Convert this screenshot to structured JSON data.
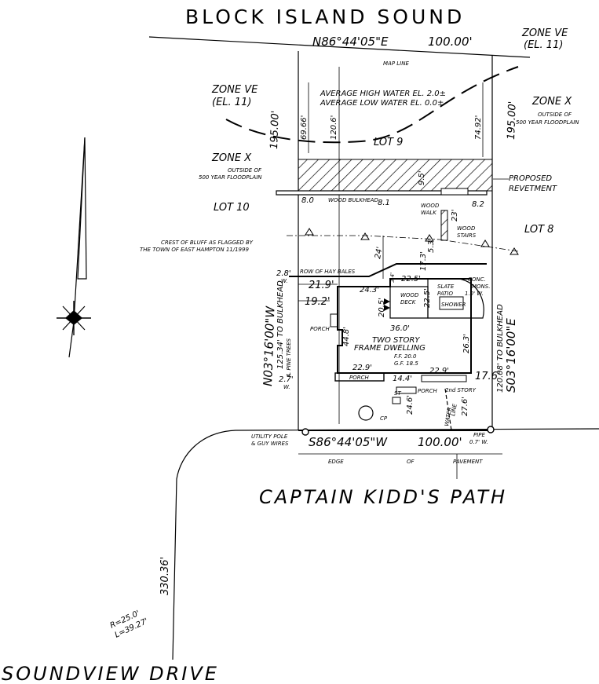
{
  "title": "BLOCK ISLAND SOUND",
  "roads": {
    "captain_kidds_path": "CAPTAIN KIDD'S PATH",
    "soundview_drive": "SOUNDVIEW DRIVE",
    "edge": "EDGE",
    "of": "OF",
    "pavement": "PAVEMENT"
  },
  "boundary": {
    "north_bearing": "N86°44'05\"E",
    "north_distance": "100.00'",
    "south_bearing": "S86°44'05\"W",
    "south_distance": "100.00'",
    "west_bearing": "N03°16'00\"W",
    "east_bearing": "S03°16'00\"E",
    "west_total": "195.00'",
    "east_total": "195.00'",
    "west_to_bulkhead": "125.34' TO BULKHEAD",
    "east_to_bulkhead": "120.08' TO BULKHEAD",
    "map_line": "MAP LINE",
    "curve_r": "R=25.0'",
    "curve_l": "L=39.27'",
    "soundview_distance": "330.36'"
  },
  "zones": {
    "ve_top_right": "ZONE VE",
    "ve_top_right_el": "(EL. 11)",
    "ve_left": "ZONE VE",
    "ve_left_el": "(EL. 11)",
    "x_right": "ZONE X",
    "x_right_note1": "OUTSIDE OF",
    "x_right_note2": "500 YEAR FLOODPLAIN",
    "x_left": "ZONE X",
    "x_left_note1": "OUTSIDE OF",
    "x_left_note2": "500 YEAR FLOODPLAIN"
  },
  "water": {
    "high": "AVERAGE HIGH WATER EL. 2.0±",
    "low": "AVERAGE LOW WATER EL. 0.0±"
  },
  "lots": {
    "lot9": "LOT 9",
    "lot10": "LOT 10",
    "lot8": "LOT 8"
  },
  "labels": {
    "proposed": "PROPOSED",
    "revetment": "REVETMENT",
    "wood_bulkhead": "WOOD BULKHEAD",
    "wood": "WOOD",
    "walk": "WALK",
    "stairs": "STAIRS",
    "bluff1": "CREST OF BLUFF AS FLAGGED BY",
    "bluff2": "THE TOWN OF EAST HAMPTON 11/1999",
    "hay_bales": "ROW OF HAY BALES",
    "slate": "SLATE",
    "patio": "PATIO",
    "conc": "CONC.",
    "mons": "MONS.",
    "mons_w": "1.0' W.",
    "deck_wood": "WOOD",
    "deck": "DECK",
    "shower": "SHOWER",
    "porch_left": "PORCH",
    "dwelling1": "TWO STORY",
    "dwelling2": "FRAME DWELLING",
    "ff": "F.F. 20.0",
    "gf": "G.F. 18.5",
    "porch_front": "PORCH",
    "porch_entry": "PORCH",
    "second_story": "2nd STORY",
    "st": "ST",
    "cp": "CP",
    "water": "WATER",
    "line": "LINE",
    "pipe": "PIPE",
    "pipe_w": "0.7' W.",
    "utility1": "UTILITY POLE",
    "utility2": "& GUY WIRES",
    "pine_trees": "℄ PINE TREES"
  },
  "dims": {
    "d69_66": "69.66'",
    "d120_6": "120.6'",
    "d74_92": "74.92'",
    "d8_0": "8.0",
    "d8_1": "8.1",
    "d8_2": "8.2",
    "d9_5": "9.5'",
    "d23": "23'",
    "d24": "24'",
    "d17_3": "17.3'",
    "d5_3": "5.3'",
    "d2_8": "2.8'",
    "d2_8w": "W.",
    "d21_9": "21.9'",
    "d19_2": "19.2'",
    "d24_3": "24.3'",
    "d22_5a": "22.5'",
    "d22_5b": "22.5'",
    "d3_4": "3.4'",
    "d20_5": "20.5'",
    "d36_0": "36.0'",
    "d44_8": "44.8'",
    "d26_3": "26.3'",
    "d22_9a": "22.9'",
    "d22_9b": "22.9'",
    "d14_4": "14.4'",
    "d17_6": "17.6'",
    "d2_7": "2.7'",
    "d2_7w": "W.",
    "d24_6": "24.6'",
    "d27_6": "27.6'"
  }
}
